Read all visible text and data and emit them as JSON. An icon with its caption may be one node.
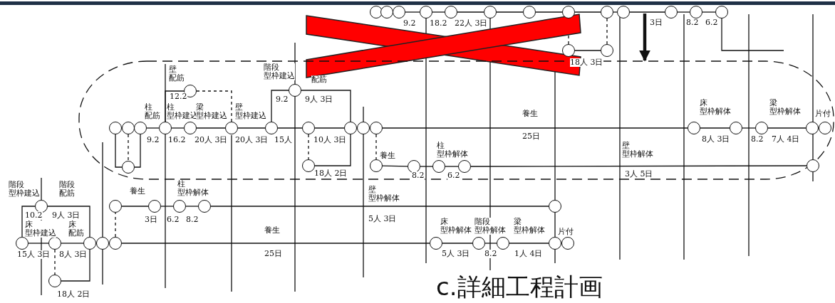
{
  "diagram": {
    "title": "c.詳細工程計画",
    "nodes": [
      {
        "text": [],
        "shape": "circle"
      },
      {
        "text": [],
        "shape": "circle"
      },
      {
        "text": [],
        "shape": "circle"
      },
      {
        "text": [],
        "shape": "circle"
      },
      {
        "text": [],
        "shape": "circle"
      },
      {
        "text": [],
        "shape": "circle"
      },
      {
        "text": [],
        "shape": "circle"
      },
      {
        "text": [],
        "shape": "circle"
      },
      {
        "text": [],
        "shape": "circle"
      },
      {
        "text": [],
        "shape": "circle"
      },
      {
        "text": [],
        "shape": "circle"
      },
      {
        "text": [],
        "shape": "circle"
      },
      {
        "text": [],
        "shape": "circle"
      },
      {
        "text": [],
        "shape": "circle"
      },
      {
        "text": [],
        "shape": "circle"
      },
      {
        "text": [],
        "shape": "box"
      },
      {
        "text": [],
        "shape": "circle",
        "in": 15
      },
      {
        "text": [],
        "shape": "circle",
        "in": 15
      },
      {
        "text": [],
        "shape": "circle",
        "in": 15
      },
      {
        "text": [],
        "shape": "circle",
        "in": 15
      },
      {
        "text": [],
        "shape": "circle",
        "in": 15
      },
      {
        "text": [],
        "shape": "circle",
        "in": 15
      },
      {
        "text": [],
        "shape": "circle",
        "in": 15
      },
      {
        "text": [],
        "shape": "circle",
        "in": 15
      },
      {
        "text": [],
        "shape": "circle",
        "in": 15
      },
      {
        "text": [],
        "shape": "circle",
        "in": 15
      },
      {
        "text": [],
        "shape": "circle",
        "in": 15
      },
      {
        "text": [],
        "shape": "circle",
        "in": 15
      },
      {
        "text": [],
        "shape": "circle",
        "in": 15
      },
      {
        "text": [],
        "shape": "circle",
        "in": 15
      },
      {
        "text": [],
        "shape": "circle",
        "in": 15
      },
      {
        "text": [],
        "shape": "circle",
        "in": 15
      },
      {
        "text": [],
        "shape": "circle",
        "in": 15
      },
      {
        "text": [],
        "shape": "circle",
        "in": 15
      },
      {
        "text": [],
        "shape": "circle",
        "in": 15
      },
      {
        "text": [],
        "shape": "circle",
        "in": 15
      },
      {
        "text": [],
        "shape": "circle",
        "in": 15
      },
      {
        "text": [],
        "shape": "circle",
        "in": 15
      },
      {
        "text": [],
        "shape": "circle",
        "in": 15
      },
      {
        "text": [],
        "shape": "circle",
        "in": 15
      },
      {
        "text": [],
        "shape": "circle",
        "in": 15
      },
      {
        "text": [],
        "shape": "circle"
      },
      {
        "text": [],
        "shape": "circle"
      },
      {
        "text": [],
        "shape": "circle"
      },
      {
        "text": [],
        "shape": "circle"
      },
      {
        "text": [],
        "shape": "circle"
      },
      {
        "text": [],
        "shape": "circle"
      },
      {
        "text": [],
        "shape": "circle"
      },
      {
        "text": [],
        "shape": "circle"
      },
      {
        "text": [],
        "shape": "circle"
      },
      {
        "text": [],
        "shape": "circle"
      },
      {
        "text": [],
        "shape": "circle"
      },
      {
        "text": [],
        "shape": "circle"
      },
      {
        "text": [],
        "shape": "circle"
      },
      {
        "text": [],
        "shape": "circle"
      },
      {
        "text": [],
        "shape": "circle"
      },
      {
        "text": [],
        "shape": "circle"
      },
      {
        "text": [],
        "shape": "circle"
      }
    ],
    "edges": [
      {
        "from": 2,
        "to": 3,
        "arrow": "none"
      },
      {
        "from": 3,
        "to": 4,
        "arrow": "none"
      },
      {
        "from": 4,
        "to": 5,
        "arrow": "none"
      },
      {
        "from": 5,
        "to": 6,
        "arrow": "none"
      },
      {
        "from": 6,
        "to": 7,
        "arrow": "none"
      },
      {
        "from": 7,
        "to": 8,
        "arrow": "none"
      },
      {
        "from": 8,
        "to": 9,
        "arrow": "none"
      },
      {
        "from": 9,
        "to": 10,
        "arrow": "none"
      },
      {
        "from": 10,
        "to": 11,
        "arrow": "none"
      },
      {
        "from": 11,
        "to": 12,
        "arrow": "none"
      },
      {
        "from": 7,
        "to": 13,
        "arrow": "none",
        "style": "dashed"
      },
      {
        "from": 13,
        "to": 14,
        "arrow": "none"
      },
      {
        "from": 8,
        "to": 14,
        "arrow": "none",
        "style": "dashed"
      },
      {
        "from": 12,
        "to": null,
        "arrow": "none"
      },
      {
        "from": null,
        "to": 15,
        "arrow": "to",
        "style": "thick"
      },
      {
        "from": 16,
        "to": 19,
        "arrow": "none"
      },
      {
        "from": 18,
        "to": 19,
        "arrow": "none"
      },
      {
        "from": 17,
        "to": 19,
        "arrow": "none",
        "style": "dashed"
      },
      {
        "from": 18,
        "to": 20,
        "arrow": "none"
      },
      {
        "from": 20,
        "to": 22,
        "arrow": "none"
      },
      {
        "from": 22,
        "to": 23,
        "arrow": "none"
      },
      {
        "from": 20,
        "to": 21,
        "arrow": "none"
      },
      {
        "from": 21,
        "to": 23,
        "arrow": "none",
        "style": "dashed"
      },
      {
        "from": 23,
        "to": 24,
        "arrow": "none"
      },
      {
        "from": 24,
        "to": 26,
        "arrow": "none"
      },
      {
        "from": 24,
        "to": 25,
        "arrow": "none"
      },
      {
        "from": 25,
        "to": 28,
        "arrow": "none"
      },
      {
        "from": 26,
        "to": 28,
        "arrow": "none"
      },
      {
        "from": 26,
        "to": 27,
        "arrow": "none",
        "style": "dashed"
      },
      {
        "from": 27,
        "to": 28,
        "arrow": "none"
      },
      {
        "from": 30,
        "to": 35,
        "arrow": "none"
      },
      {
        "from": 30,
        "to": 31,
        "arrow": "none",
        "style": "dashed"
      },
      {
        "from": 31,
        "to": 32,
        "arrow": "none"
      },
      {
        "from": 32,
        "to": 33,
        "arrow": "none"
      },
      {
        "from": 33,
        "to": 34,
        "arrow": "none"
      },
      {
        "from": 34,
        "to": 40,
        "arrow": "none"
      },
      {
        "from": 35,
        "to": 36,
        "arrow": "none"
      },
      {
        "from": 36,
        "to": 37,
        "arrow": "none"
      },
      {
        "from": 37,
        "to": 38,
        "arrow": "none"
      },
      {
        "from": 42,
        "to": 43,
        "arrow": "none"
      },
      {
        "from": 43,
        "to": 45,
        "arrow": "none"
      },
      {
        "from": 42,
        "to": 41,
        "arrow": "none"
      },
      {
        "from": 41,
        "to": 45,
        "arrow": "none"
      },
      {
        "from": 43,
        "to": 44,
        "arrow": "none",
        "style": "dashed"
      },
      {
        "from": 44,
        "to": 45,
        "arrow": "none"
      },
      {
        "from": 47,
        "to": 48,
        "arrow": "none",
        "style": "dashed"
      },
      {
        "from": 48,
        "to": 49,
        "arrow": "none"
      },
      {
        "from": 49,
        "to": 50,
        "arrow": "none"
      },
      {
        "from": 50,
        "to": 51,
        "arrow": "none"
      },
      {
        "from": 51,
        "to": 52,
        "arrow": "none"
      },
      {
        "from": 47,
        "to": 53,
        "arrow": "none"
      },
      {
        "from": 53,
        "to": 54,
        "arrow": "none"
      },
      {
        "from": 54,
        "to": 55,
        "arrow": "none"
      },
      {
        "from": 55,
        "to": 56,
        "arrow": "none"
      }
    ],
    "labels": [
      "9.2",
      "18.2",
      "22人 3日",
      "18人 3日",
      "3日",
      "8.2",
      "6.2",
      "壁配筋",
      "階段型枠建込",
      "配筋",
      "12.2",
      "柱配筋",
      "柱型枠建込",
      "梁型枠建込",
      "壁型枠建込",
      "9.2",
      "9人 3日",
      "9.2",
      "16.2",
      "20人 3日",
      "20人 3日",
      "15人",
      "10人 3日",
      "18人 2日",
      "養生",
      "25日",
      "床型枠解体",
      "梁型枠解体",
      "片付",
      "8人 3日",
      "8.2",
      "7人 4日",
      "養生",
      "柱型枠解体",
      "8.2",
      "6.2",
      "壁型枠解体",
      "3人 5日",
      "階段型枠建込",
      "階段配筋",
      "養生",
      "柱型枠解体",
      "壁型枠解体",
      "10.2",
      "9人 3日",
      "3日",
      "6.2",
      "8.2",
      "5人 3日",
      "床型枠建込",
      "床配筋",
      "養生",
      "床型枠解体",
      "階段型枠解体",
      "梁型枠解体",
      "片付",
      "15人 3日",
      "8人 3日",
      "25日",
      "5人 3日",
      "8.2",
      "1人 4日",
      "18人 2日"
    ]
  }
}
